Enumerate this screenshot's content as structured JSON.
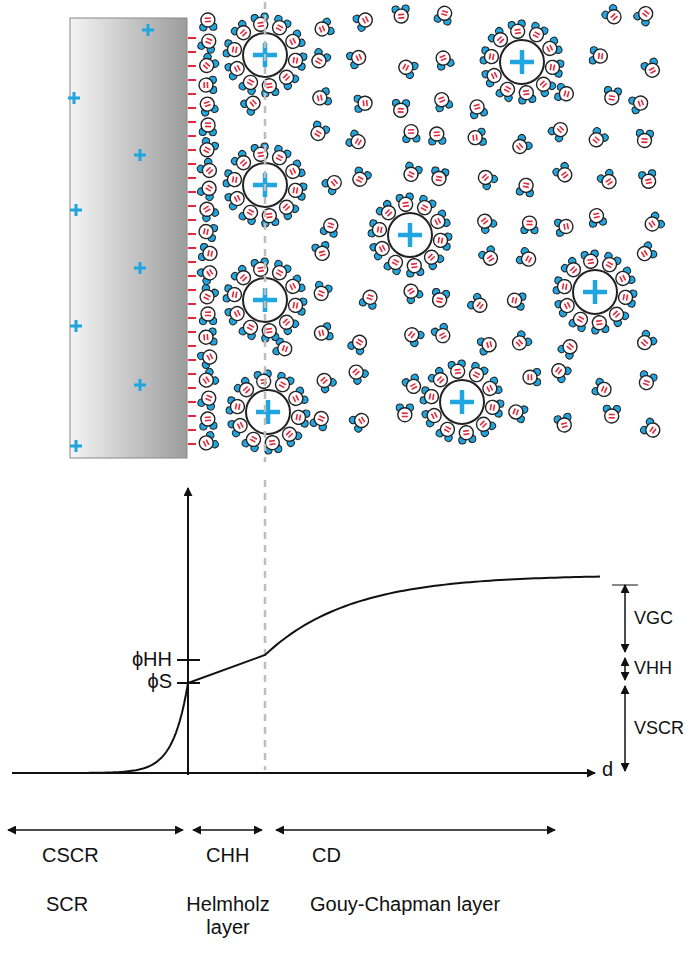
{
  "diagram": {
    "labels": [
      "ϕHH",
      "ϕS",
      "VGC",
      "VHH",
      "VSCR",
      "d",
      "CSCR",
      "CHH",
      "CD",
      "SCR",
      "Helmholz layer",
      "Gouy-Chapman layer"
    ]
  }
}
